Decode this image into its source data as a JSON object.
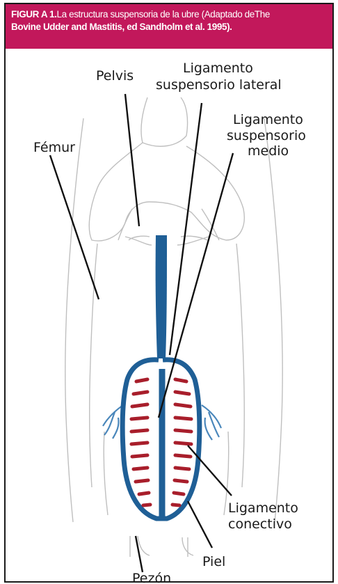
{
  "caption": {
    "figure_label": "FIGUR A 1.",
    "line1_text": "La estructura suspensoria de la ubre (Adaptado deThe",
    "line2_text": "Bovine Udder and Mastitis, ed Sandholm et al. 1995)."
  },
  "labels": {
    "pelvis": "Pelvis",
    "ligamento_lateral_1": "Ligamento",
    "ligamento_lateral_2": "suspensorio lateral",
    "ligamento_medio_1": "Ligamento",
    "ligamento_medio_2": "suspensorio",
    "ligamento_medio_3": "medio",
    "femur": "Fémur",
    "ligamento_conectivo_1": "Ligamento",
    "ligamento_conectivo_2": "conectivo",
    "piel": "Piel",
    "pezon": "Pezón"
  },
  "colors": {
    "caption_bg": "#c2185b",
    "ligament_blue": "#1f5f96",
    "vessel_blue": "#4a87bb",
    "gland_red": "#a81e2b",
    "bone_outline": "#bfbfbf"
  }
}
